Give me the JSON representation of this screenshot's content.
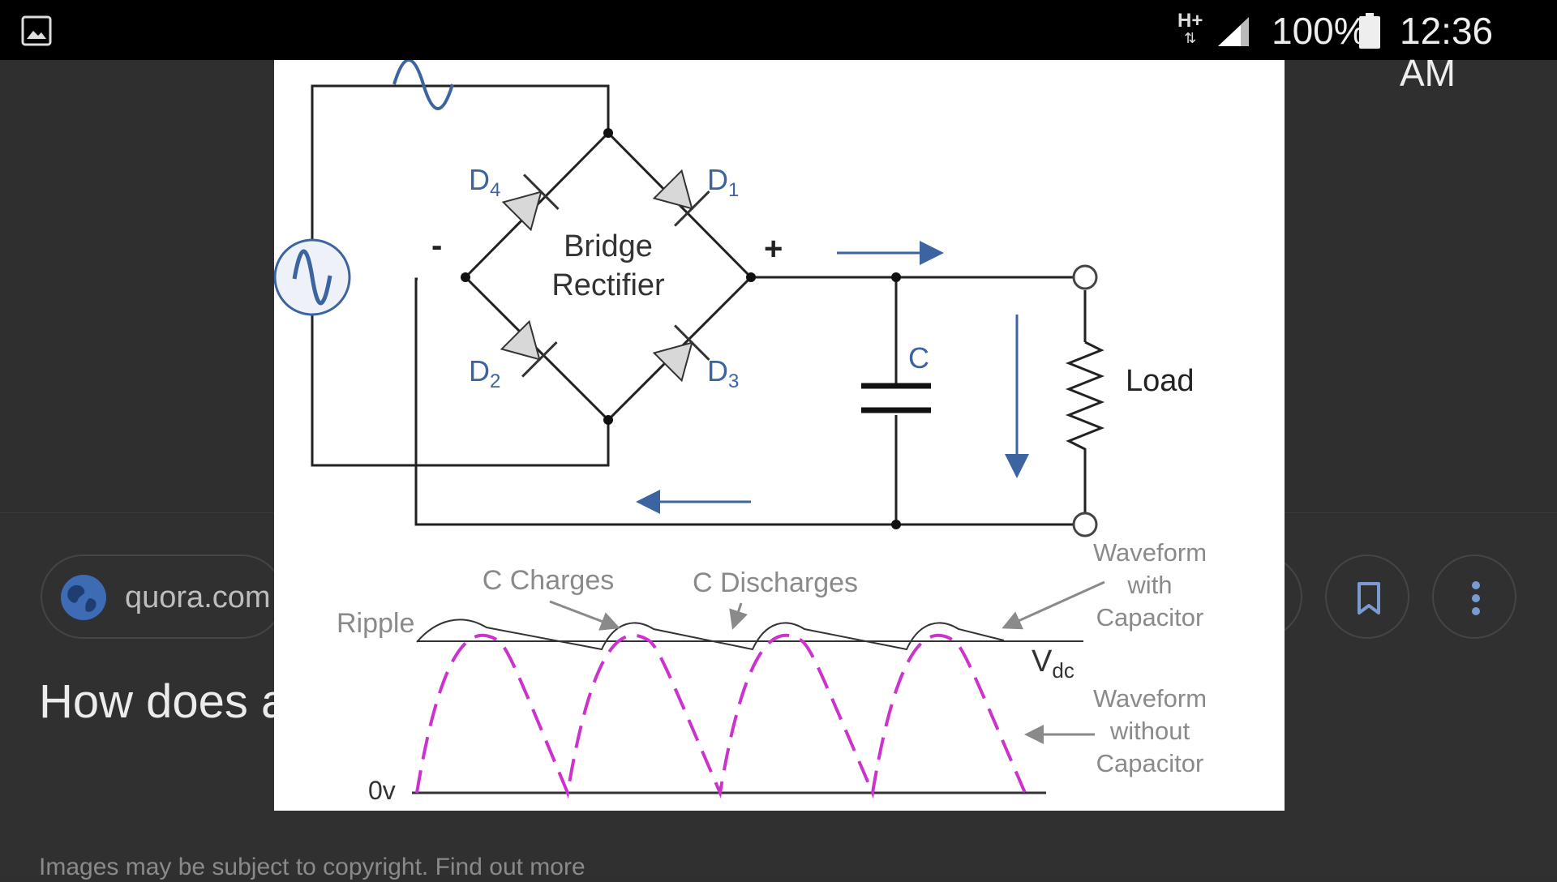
{
  "status_bar": {
    "network": "H+",
    "battery": "100%",
    "time": "12:36 AM"
  },
  "source": {
    "site": "quora.com"
  },
  "title": "How does a bridge rectifier convert AC into DC, and wh…",
  "copyright_note": "Images may be subject to copyright. Find out more",
  "diagram": {
    "bridge_label_line1": "Bridge",
    "bridge_label_line2": "Rectifier",
    "diodes": {
      "d1": "D",
      "d1_sub": "1",
      "d2": "D",
      "d2_sub": "2",
      "d3": "D",
      "d3_sub": "3",
      "d4": "D",
      "d4_sub": "4"
    },
    "minus": "-",
    "plus": "+",
    "capacitor": "C",
    "load": "Load",
    "c_charges": "C Charges",
    "c_discharges": "C Discharges",
    "ripple": "Ripple",
    "waveform_with_1": "Waveform",
    "waveform_with_2": "with",
    "waveform_with_3": "Capacitor",
    "vdc": "V",
    "vdc_sub": "dc",
    "waveform_without_1": "Waveform",
    "waveform_without_2": "without",
    "waveform_without_3": "Capacitor",
    "zero_v": "0v"
  },
  "colors": {
    "status_bg": "#000000",
    "background": "#2f2f2f",
    "diagram_blue": "#3c64a0",
    "waveform_magenta": "#cc33cc",
    "annotation_gray": "#8a8a8a"
  },
  "icons": {
    "gallery": "image-icon",
    "globe": "globe-icon",
    "visit": "open-icon",
    "save": "bookmark-icon",
    "more": "more-vertical-icon"
  }
}
